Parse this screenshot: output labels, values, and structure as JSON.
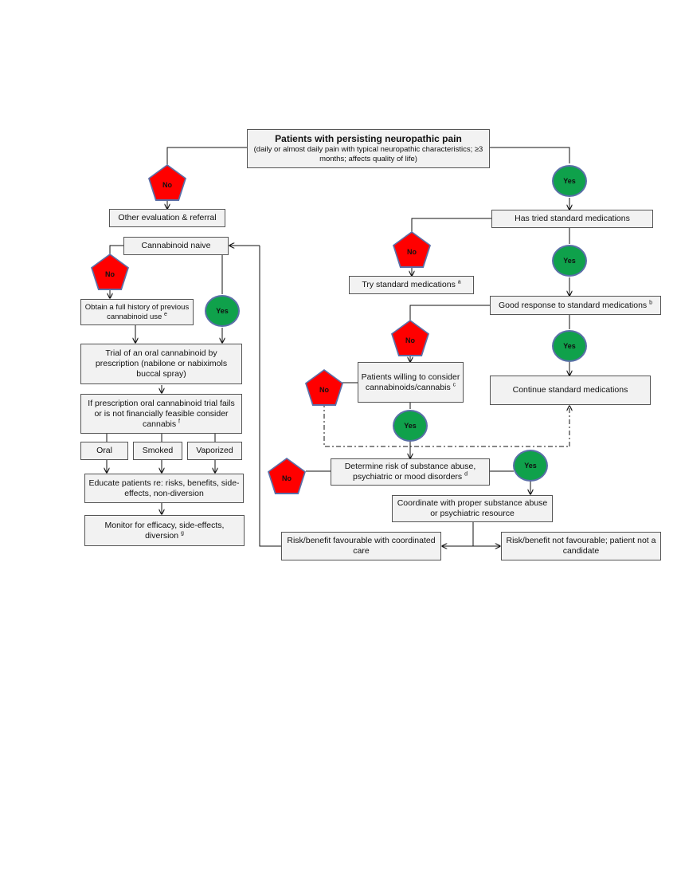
{
  "top": {
    "title": "Patients with persisting neuropathic pain",
    "subtitle": "(daily or almost daily pain with typical neuropathic characteristics; ≥3 months; affects quality of life)"
  },
  "badges": {
    "no": "No",
    "yes": "Yes"
  },
  "left": {
    "other_eval": "Other evaluation & referral",
    "cannabinoid_naive": "Cannabinoid naive",
    "full_history": "Obtain a full history of previous cannabinoid use",
    "full_history_note": "e",
    "trial_oral": "Trial of an oral cannabinoid by prescription (nabilone or nabiximols buccal spray)",
    "if_fails": "If prescription oral cannabinoid trial fails or is not financially feasible consider cannabis",
    "if_fails_note": "f",
    "route_oral": "Oral",
    "route_smoked": "Smoked",
    "route_vaporized": "Vaporized",
    "educate": "Educate patients re: risks, benefits, side-effects, non-diversion",
    "monitor": "Monitor for efficacy, side-effects, diversion",
    "monitor_note": "g"
  },
  "right": {
    "has_tried": "Has tried standard medications",
    "try_standard": "Try standard medications",
    "try_standard_note": "a",
    "good_response": "Good response to standard medications",
    "good_response_note": "b",
    "willing": "Patients willing to consider cannabinoids/cannabis",
    "willing_note": "c",
    "continue": "Continue standard medications",
    "determine_risk": "Determine risk of substance abuse, psychiatric or mood disorders",
    "determine_risk_note": "d",
    "coordinate": "Coordinate with proper substance abuse or psychiatric resource",
    "favourable": "Risk/benefit favourable with coordinated care",
    "not_favourable": "Risk/benefit not favourable; patient not a candidate"
  }
}
